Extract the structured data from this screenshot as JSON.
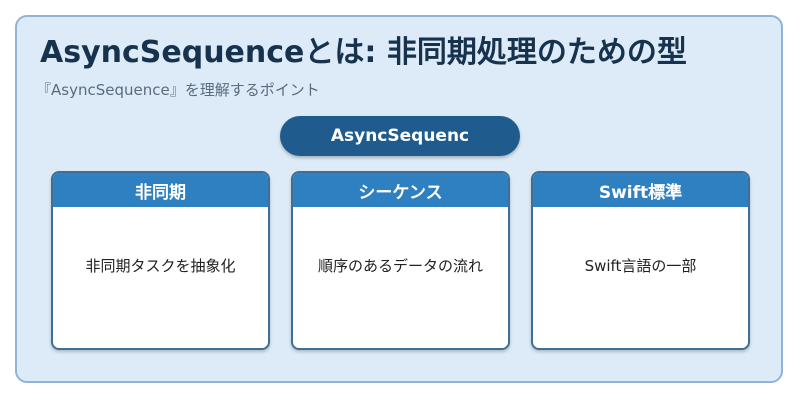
{
  "title": "AsyncSequenceとは: 非同期処理のための型",
  "subtitle": "『AsyncSequence』を理解するポイント",
  "center_label": "AsyncSequenc",
  "cards": [
    {
      "heading": "非同期",
      "text": "非同期タスクを抽象化"
    },
    {
      "heading": "シーケンス",
      "text": "順序のあるデータの流れ"
    },
    {
      "heading": "Swift標準",
      "text": "Swift言語の一部"
    }
  ],
  "colors": {
    "background": "#dcebf7",
    "title": "#17324d",
    "pill": "#1f5c8d",
    "card_header": "#2f80c0"
  }
}
